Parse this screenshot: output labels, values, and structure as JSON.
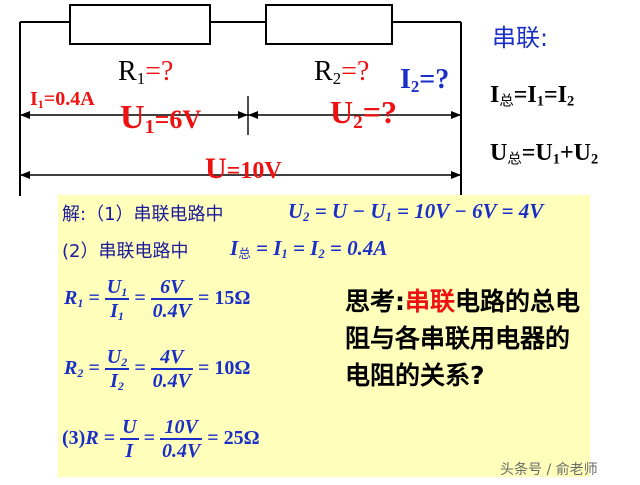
{
  "circuit": {
    "r1_label": "R",
    "r1_sub": "1",
    "r1_suffix": "=?",
    "r2_label": "R",
    "r2_sub": "2",
    "r2_suffix": "=?",
    "i1_label": "I",
    "i1_sub": "1",
    "i1_value": "=0.4A",
    "i2_label": "I",
    "i2_sub": "2",
    "i2_value": "=?",
    "u1_label": "U",
    "u1_sub": "1",
    "u1_value": "=6V",
    "u2_label": "U",
    "u2_sub": "2",
    "u2_value": "=?",
    "u_label": "U",
    "u_value": "=10V"
  },
  "series_rules": {
    "title": "串联:",
    "rule1": {
      "lhs": "I",
      "lhs_sub": "总",
      "rhs": "=I",
      "s1": "1",
      "mid": "=I",
      "s2": "2"
    },
    "rule2": {
      "lhs": "U",
      "lhs_sub": "总",
      "rhs": "=U",
      "s1": "1",
      "mid": "+U",
      "s2": "2"
    }
  },
  "solution": {
    "step1_prefix": "解:（1）串联电路中",
    "step1_eq": {
      "a": "U",
      "a_sub": "2",
      "rest1": " = U − U",
      "b_sub": "1",
      "rest2": " = 10V − 6V = 4V"
    },
    "step2_prefix": "(2）串联电路中",
    "step2_eq": {
      "a": "I",
      "a_sub": "总",
      "rest1": " = I",
      "b_sub": "1",
      "rest2": " = I",
      "c_sub": "2",
      "rest3": " = 0.4A"
    },
    "r1_eq": {
      "lhs": "R",
      "lhs_sub": "1",
      "num": "U",
      "num_sub": "1",
      "den": "I",
      "den_sub": "1",
      "num2": "6V",
      "den2": "0.4V",
      "result": "= 15Ω"
    },
    "r2_eq": {
      "lhs": "R",
      "lhs_sub": "2",
      "num": "U",
      "num_sub": "2",
      "den": "I",
      "den_sub": "2",
      "num2": "4V",
      "den2": "0.4V",
      "result": "= 10Ω"
    },
    "r_eq": {
      "prefix": "(3)",
      "lhs": "R",
      "num": "U",
      "den": "I",
      "num2": "10V",
      "den2": "0.4V",
      "result": "= 25Ω"
    }
  },
  "question": {
    "part1": "思考:",
    "highlight": "串联",
    "part2": "电路的总电阻与各串联用电器的电阻的关系?"
  },
  "watermark": "头条号 / 俞老师",
  "colors": {
    "red": "#ee1111",
    "blue": "#1a2fc7",
    "panel_bg": "#ffffbb"
  }
}
